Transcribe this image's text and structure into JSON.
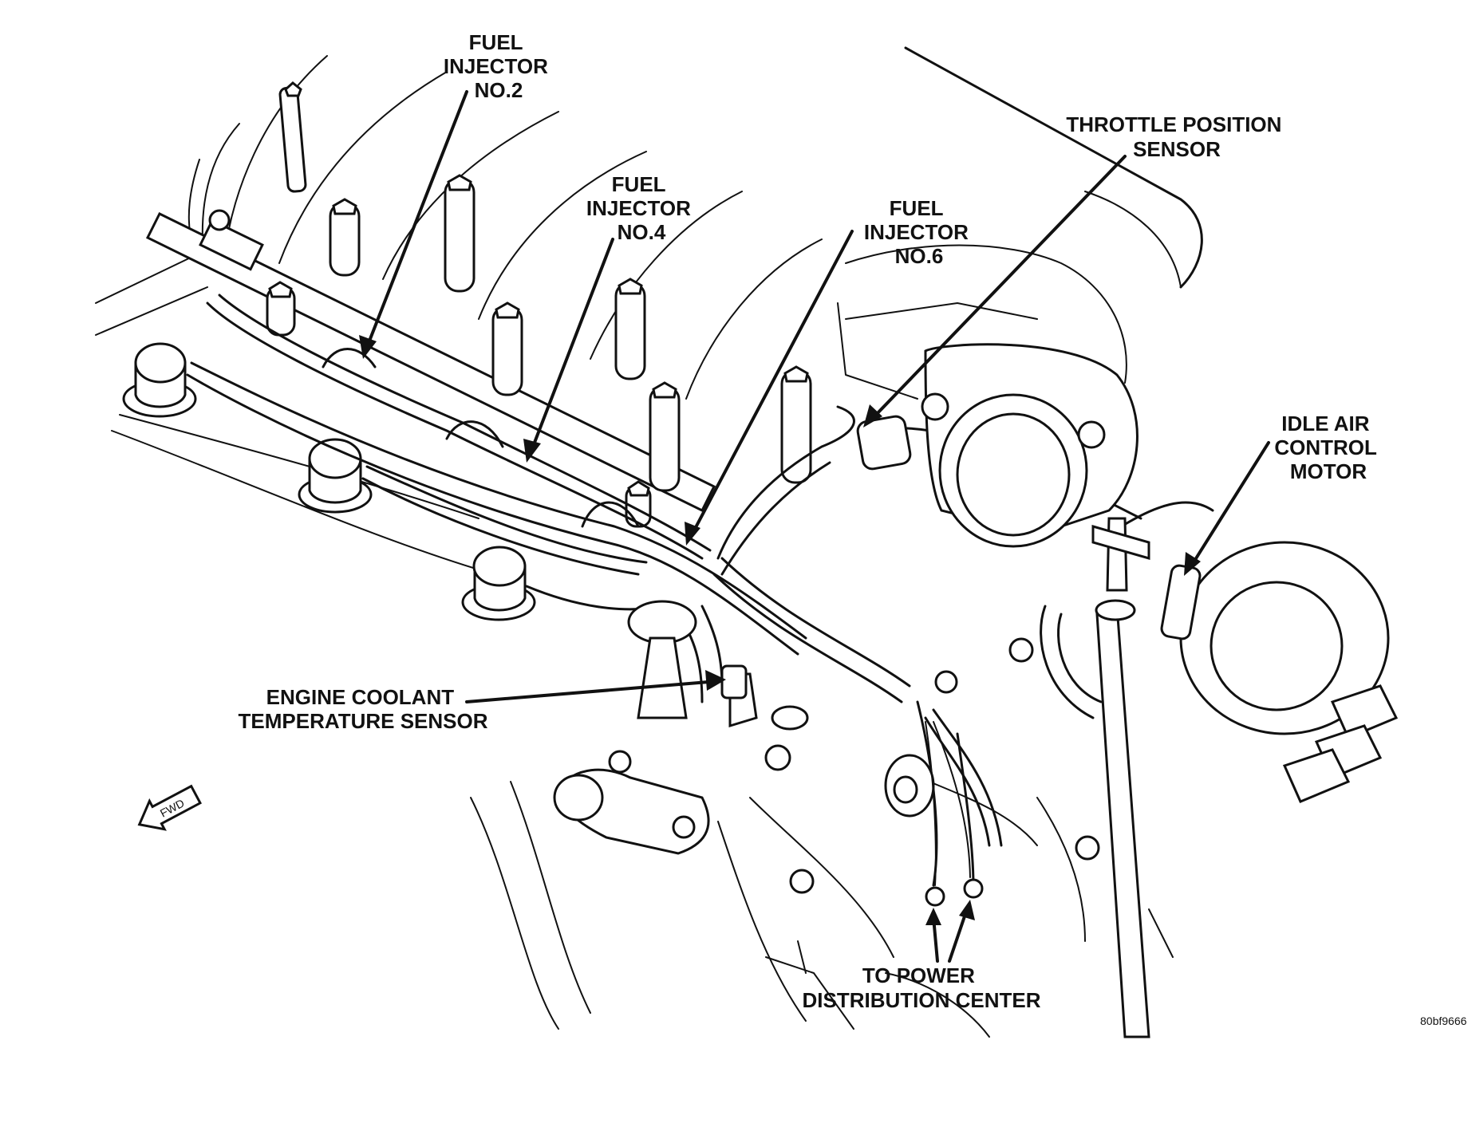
{
  "labels": {
    "fuel_injector_2": [
      "FUEL",
      "INJECTOR",
      "NO.2"
    ],
    "fuel_injector_4": [
      "FUEL",
      "INJECTOR",
      "NO.4"
    ],
    "fuel_injector_6": [
      "FUEL",
      "INJECTOR",
      "NO.6"
    ],
    "throttle_position_sensor": [
      "THROTTLE POSITION",
      "SENSOR"
    ],
    "idle_air_control_motor": [
      "IDLE AIR",
      "CONTROL",
      "MOTOR"
    ],
    "engine_coolant_temperature_sensor": [
      "ENGINE COOLANT",
      "TEMPERATURE SENSOR"
    ],
    "to_power_distribution_center": [
      "TO POWER",
      "DISTRIBUTION CENTER"
    ],
    "fwd_arrow": "FWD",
    "figure_code": "80bf9666"
  },
  "colors": {
    "ink": "#111111",
    "paper": "#ffffff"
  }
}
